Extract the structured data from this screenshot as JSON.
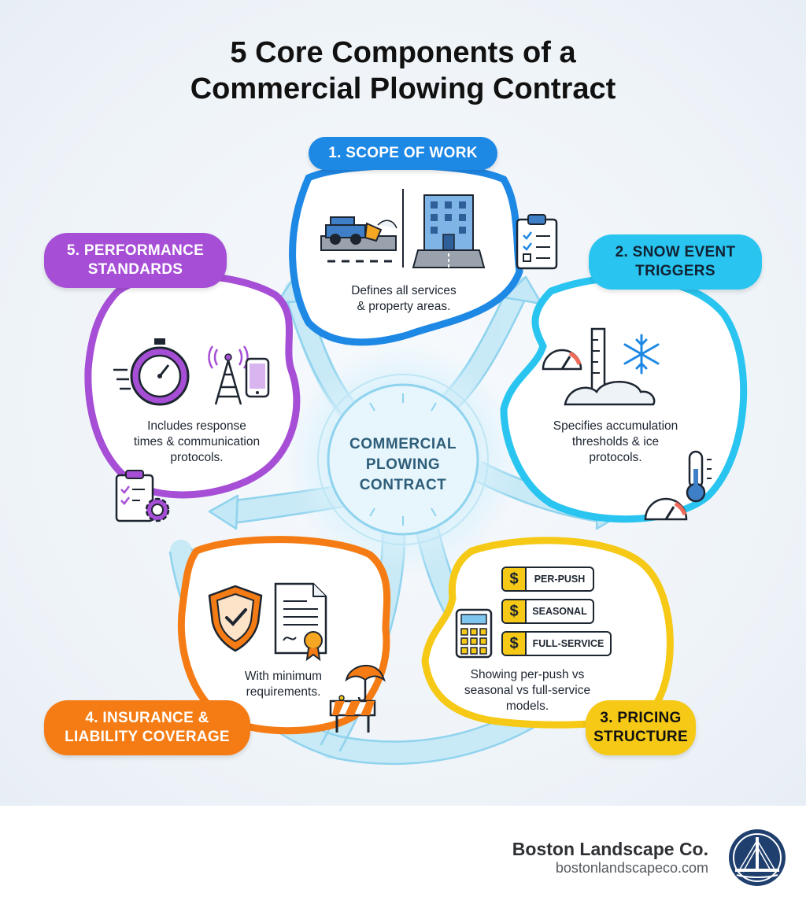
{
  "title": {
    "line1": "5 Core Components of a",
    "line2": "Commercial Plowing Contract"
  },
  "center": {
    "line1": "COMMERCIAL",
    "line2": "PLOWING",
    "line3": "CONTRACT"
  },
  "components": [
    {
      "label_lines": [
        "1. SCOPE OF WORK"
      ],
      "color": "#1e88e5",
      "desc_lines": [
        "Defines all services",
        "& property areas."
      ],
      "icons": [
        "snowplow-truck-icon",
        "office-building-icon",
        "clipboard-checklist-icon"
      ]
    },
    {
      "label_lines": [
        "2. SNOW EVENT",
        "TRIGGERS"
      ],
      "color": "#29c5f0",
      "desc_lines": [
        "Specifies accumulation",
        "thresholds & ice",
        "protocols."
      ],
      "icons": [
        "gauge-icon",
        "snow-ruler-icon",
        "snowflake-icon",
        "thermometer-icon"
      ]
    },
    {
      "label_lines": [
        "3. PRICING",
        "STRUCTURE"
      ],
      "color": "#f5c915",
      "desc_lines": [
        "Showing per-push vs",
        "seasonal vs full-service",
        "models."
      ],
      "icons": [
        "calculator-icon",
        "dollar-icon"
      ],
      "price_options": [
        "PER-PUSH",
        "SEASONAL",
        "FULL-SERVICE"
      ]
    },
    {
      "label_lines": [
        "4. INSURANCE &",
        "LIABILITY COVERAGE"
      ],
      "color": "#f57c14",
      "desc_lines": [
        "With minimum",
        "requirements."
      ],
      "icons": [
        "shield-check-icon",
        "certificate-icon",
        "umbrella-icon",
        "barrier-icon"
      ]
    },
    {
      "label_lines": [
        "5. PERFORMANCE",
        "STANDARDS"
      ],
      "color": "#a64fd6",
      "desc_lines": [
        "Includes response",
        "times & communication",
        "protocols."
      ],
      "icons": [
        "stopwatch-icon",
        "radio-tower-icon",
        "smartphone-icon",
        "checklist-gear-icon"
      ]
    }
  ],
  "footer": {
    "brand": "Boston Landscape Co.",
    "url": "bostonlandscapeco.com"
  },
  "colors": {
    "arrow_light": "#bfe6f5",
    "arrow_stroke": "#8fd3ee",
    "center_text": "#2e5d7a",
    "ink": "#1d2530"
  }
}
